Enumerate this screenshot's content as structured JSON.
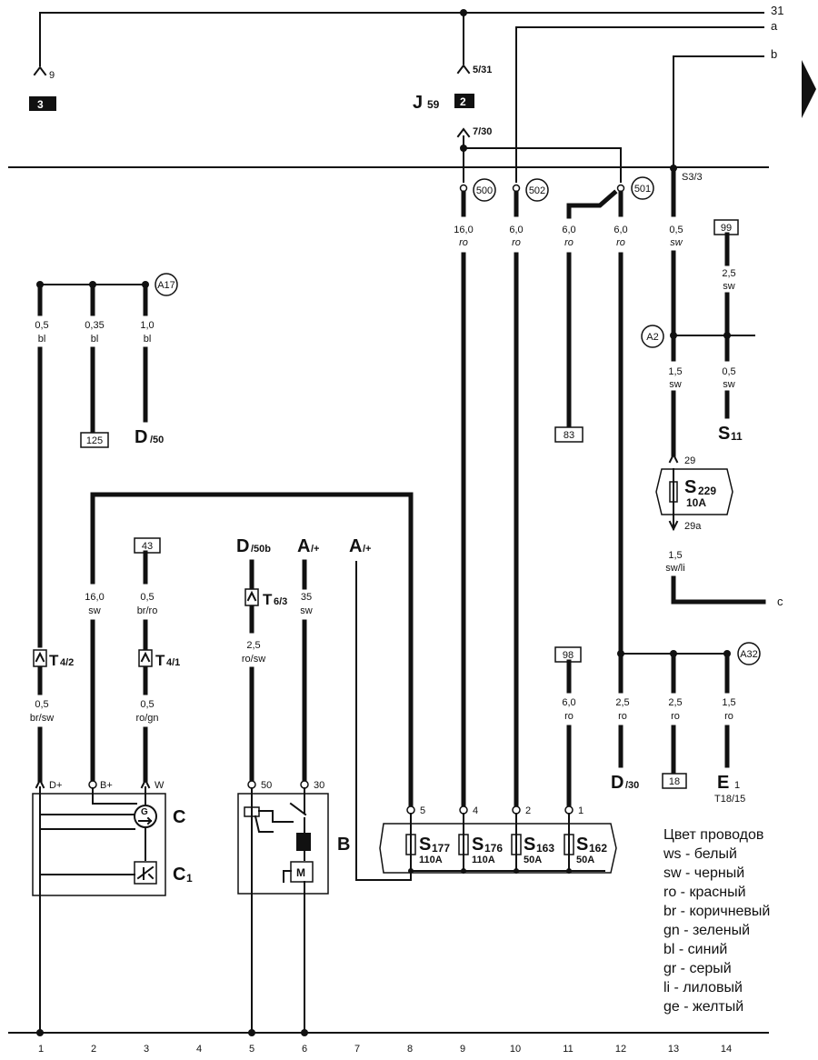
{
  "edge_labels": {
    "l31": "31",
    "la": "a",
    "lb": "b",
    "lc": "c"
  },
  "page_numbers": {
    "p3": "3",
    "p2": "2"
  },
  "relay": {
    "name": "J",
    "sub": "59",
    "pin_left": "9",
    "pin_top": "5/31",
    "pin_bottom": "7/30"
  },
  "connections": {
    "c500": "500",
    "c502": "502",
    "c501": "501",
    "s33": "S3/3",
    "a17": "A17",
    "a2": "A2",
    "a32": "A32",
    "b99": "99"
  },
  "wires": {
    "w1_top": [
      "0,5",
      "bl"
    ],
    "w2_top": [
      "0,35",
      "bl"
    ],
    "w3_top": [
      "1,0",
      "bl"
    ],
    "w9": [
      "16,0",
      "ro"
    ],
    "w10": [
      "6,0",
      "ro"
    ],
    "w11": [
      "6,0",
      "ro"
    ],
    "w12": [
      "6,0",
      "ro"
    ],
    "w13a": [
      "0,5",
      "sw"
    ],
    "w14a": [
      "2,5",
      "sw"
    ],
    "w13b": [
      "1,5",
      "sw"
    ],
    "w14b": [
      "0,5",
      "sw"
    ],
    "w13c": [
      "1,5",
      "sw/li"
    ],
    "w1_bot": [
      "0,5",
      "br/sw"
    ],
    "w2": [
      "16,0",
      "sw"
    ],
    "w3_a": [
      "0,5",
      "br/ro"
    ],
    "w3_b": [
      "0,5",
      "ro/gn"
    ],
    "w5": [
      "2,5",
      "ro/sw"
    ],
    "w6": [
      "35",
      "sw"
    ],
    "w11b": [
      "6,0",
      "ro"
    ],
    "w12b": [
      "2,5",
      "ro"
    ],
    "w13d": [
      "2,5",
      "ro"
    ],
    "w14d": [
      "1,5",
      "ro"
    ]
  },
  "refs": {
    "r125": "125",
    "r83": "83",
    "r43": "43",
    "r98": "98",
    "r18": "18"
  },
  "components": {
    "d50": {
      "main": "D",
      "sub": "/50"
    },
    "s11": {
      "main": "S",
      "sub": "11"
    },
    "s229": {
      "main": "S",
      "sub": "229",
      "rating": "10A",
      "pin_in": "29",
      "pin_out": "29a"
    },
    "t42": {
      "main": "T",
      "sub": "4/2"
    },
    "t41": {
      "main": "T",
      "sub": "4/1"
    },
    "t63": {
      "main": "T",
      "sub": "6/3"
    },
    "d50b": {
      "main": "D",
      "sub": "/50b"
    },
    "a_plus1": {
      "main": "A",
      "sub": "/+"
    },
    "a_plus2": {
      "main": "A",
      "sub": "/+"
    },
    "d30": {
      "main": "D",
      "sub": "/30"
    },
    "e1": {
      "main": "E",
      "sub": "1",
      "note": "T18/15"
    },
    "gen": {
      "label_c": "C",
      "label_c1": "C",
      "sub_c1": "1",
      "pin_dplus": "D+",
      "pin_bplus": "B+",
      "pin_w": "W",
      "g_sym": "G"
    },
    "starter": {
      "label": "B",
      "pin_50": "50",
      "pin_30": "30",
      "m_sym": "M"
    },
    "fuses": [
      {
        "main": "S",
        "sub": "177",
        "rating": "110A",
        "pin": "5"
      },
      {
        "main": "S",
        "sub": "176",
        "rating": "110A",
        "pin": "4"
      },
      {
        "main": "S",
        "sub": "163",
        "rating": "50A",
        "pin": "2"
      },
      {
        "main": "S",
        "sub": "162",
        "rating": "50A",
        "pin": "1"
      }
    ]
  },
  "legend": {
    "title": "Цвет проводов",
    "items": [
      "ws - белый",
      "sw - черный",
      "ro - красный",
      "br - коричневый",
      "gn - зеленый",
      "bl - синий",
      "gr - серый",
      "li - лиловый",
      "ge - желтый"
    ]
  },
  "bottom_numbers": [
    "1",
    "2",
    "3",
    "4",
    "5",
    "6",
    "7",
    "8",
    "9",
    "10",
    "11",
    "12",
    "13",
    "14"
  ]
}
